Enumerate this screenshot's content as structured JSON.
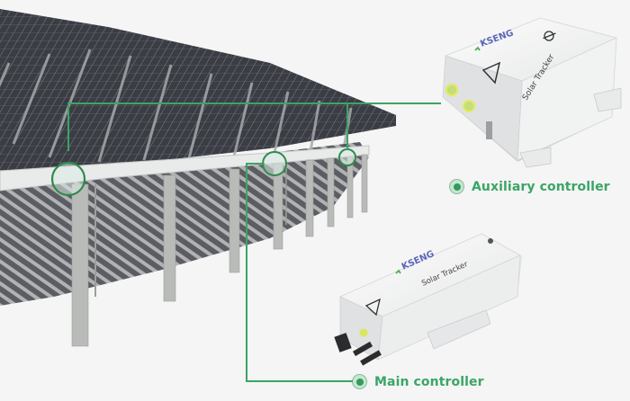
{
  "labels": {
    "auxiliary": "Auxiliary controller",
    "main": "Main controller"
  },
  "devices": {
    "auxiliary": {
      "brand": "KSENG",
      "model_text": "Solar Tracker",
      "warning_icon": "high-voltage-warning-icon"
    },
    "main": {
      "brand": "KSENG",
      "model_text": "Solar Tracker",
      "warning_icon": "high-voltage-warning-icon"
    }
  },
  "colors": {
    "accent": "#3aa565",
    "background": "#f5f5f5",
    "panel": "#3b3d44",
    "steel": "#b9bbb8"
  }
}
